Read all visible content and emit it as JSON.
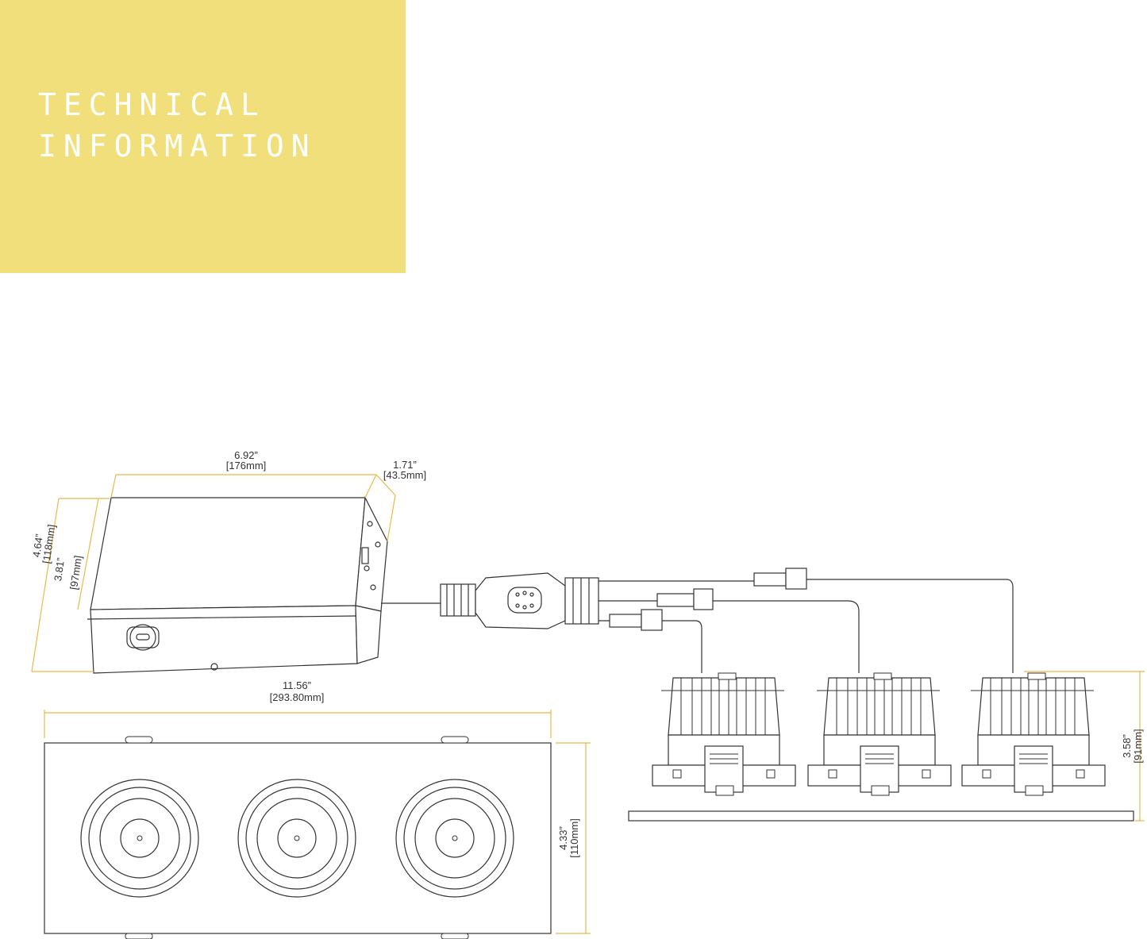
{
  "header": {
    "line1": "TECHNICAL",
    "line2": "INFORMATION"
  },
  "colors": {
    "banner": "#f1df7c",
    "banner_text": "#ffffff",
    "dimension_line": "#e9b949",
    "drawing_line": "#333333"
  },
  "dimensions": {
    "driver_length_in": "6.92”",
    "driver_length_mm": "[176mm]",
    "driver_height_in": "1.71”",
    "driver_height_mm": "[43.5mm]",
    "driver_depth_in": "4.64”",
    "driver_depth_mm": "[118mm]",
    "driver_width_in": "3.81”",
    "driver_width_mm": "[97mm]",
    "housing_length_in": "11.56”",
    "housing_length_mm": "[293.80mm]",
    "housing_width_in": "4.33”",
    "housing_width_mm": "[110mm]",
    "fixture_height_in": "3.58”",
    "fixture_height_mm": "[91mm]"
  }
}
